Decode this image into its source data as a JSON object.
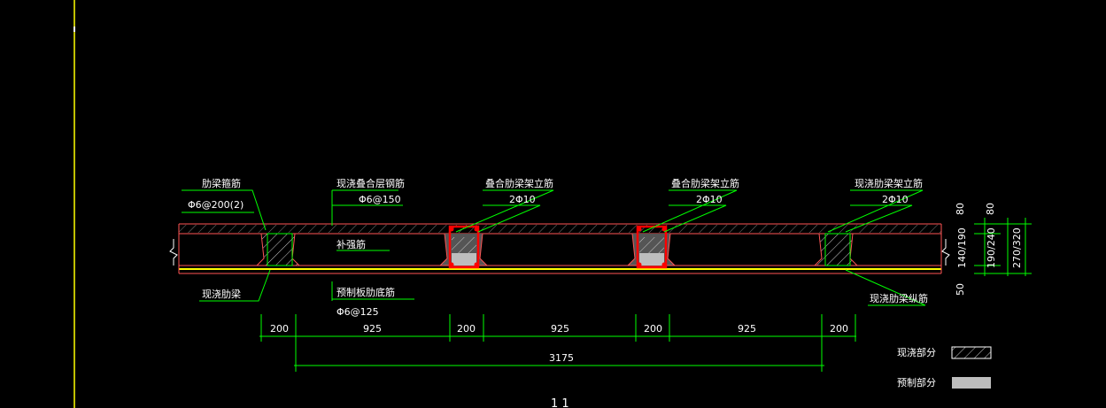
{
  "annotations": {
    "rib_stirrup_title": "肋梁箍筋",
    "rib_stirrup_spec": "Φ6@200(2)",
    "cast_top_title": "现浇叠合层钢筋",
    "cast_top_spec": "Φ6@150",
    "comp_rib1_title": "叠合肋梁架立筋",
    "comp_rib1_spec": "2Φ10",
    "comp_rib2_title": "叠合肋梁架立筋",
    "comp_rib2_spec": "2Φ10",
    "cast_rib_title": "现浇肋梁架立筋",
    "cast_rib_spec": "2Φ10",
    "filler": "补强筋",
    "cast_rib_beam": "现浇肋梁",
    "precast_bottom_title": "预制板肋底筋",
    "precast_bottom_spec": "Φ6@125",
    "cast_rib_long": "现浇肋梁纵筋"
  },
  "dimensions": {
    "segments": [
      "200",
      "925",
      "200",
      "925",
      "200",
      "925",
      "200"
    ],
    "total": "3175",
    "right_top": "80",
    "right_top2": "80",
    "right_mid1": "140/190",
    "right_mid2": "190/240",
    "right_mid3": "270/320",
    "right_bottom": "50"
  },
  "legend": {
    "cast_label": "现浇部分",
    "precast_label": "预制部分"
  },
  "section_label": "1 1",
  "colors": {
    "guide_line": "#ffff00",
    "leader": "#00ff00",
    "slab": "#ff4444",
    "rebar_red": "#ff0000",
    "precast_fill": "#bdbdbd",
    "yellow_bar": "#ffff00",
    "text": "#ffffff"
  }
}
